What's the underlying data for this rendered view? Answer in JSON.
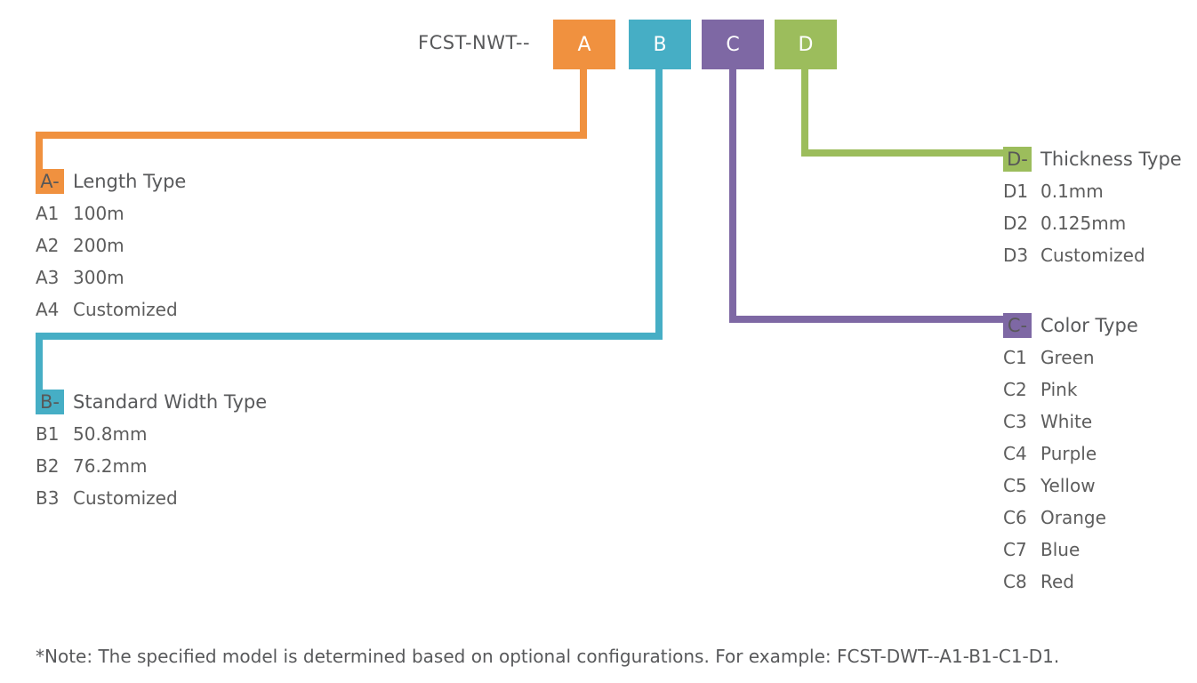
{
  "header": {
    "prefix": "FCST-NWT--",
    "codes": [
      {
        "letter": "A",
        "color": "#f0913f"
      },
      {
        "letter": "B",
        "color": "#46aec5"
      },
      {
        "letter": "C",
        "color": "#7e68a4"
      },
      {
        "letter": "D",
        "color": "#9cbd5c"
      }
    ]
  },
  "groups": {
    "a": {
      "chip": "A-",
      "title": "Length Type",
      "color": "#f0913f",
      "items": [
        {
          "code": "A1",
          "label": "100m"
        },
        {
          "code": "A2",
          "label": "200m"
        },
        {
          "code": "A3",
          "label": "300m"
        },
        {
          "code": "A4",
          "label": "Customized"
        }
      ]
    },
    "b": {
      "chip": "B-",
      "title": "Standard Width Type",
      "color": "#46aec5",
      "items": [
        {
          "code": "B1",
          "label": "50.8mm"
        },
        {
          "code": "B2",
          "label": "76.2mm"
        },
        {
          "code": "B3",
          "label": "Customized"
        }
      ]
    },
    "c": {
      "chip": "C-",
      "title": "Color Type",
      "color": "#7e68a4",
      "items": [
        {
          "code": "C1",
          "label": "Green"
        },
        {
          "code": "C2",
          "label": "Pink"
        },
        {
          "code": "C3",
          "label": "White"
        },
        {
          "code": "C4",
          "label": "Purple"
        },
        {
          "code": "C5",
          "label": "Yellow"
        },
        {
          "code": "C6",
          "label": "Orange"
        },
        {
          "code": "C7",
          "label": "Blue"
        },
        {
          "code": "C8",
          "label": "Red"
        }
      ]
    },
    "d": {
      "chip": "D-",
      "title": "Thickness Type",
      "color": "#9cbd5c",
      "items": [
        {
          "code": "D1",
          "label": "0.1mm"
        },
        {
          "code": "D2",
          "label": "0.125mm"
        },
        {
          "code": "D3",
          "label": "Customized"
        }
      ]
    }
  },
  "note": "*Note: The specified model is determined based on optional configurations. For example: FCST-DWT--A1-B1-C1-D1."
}
